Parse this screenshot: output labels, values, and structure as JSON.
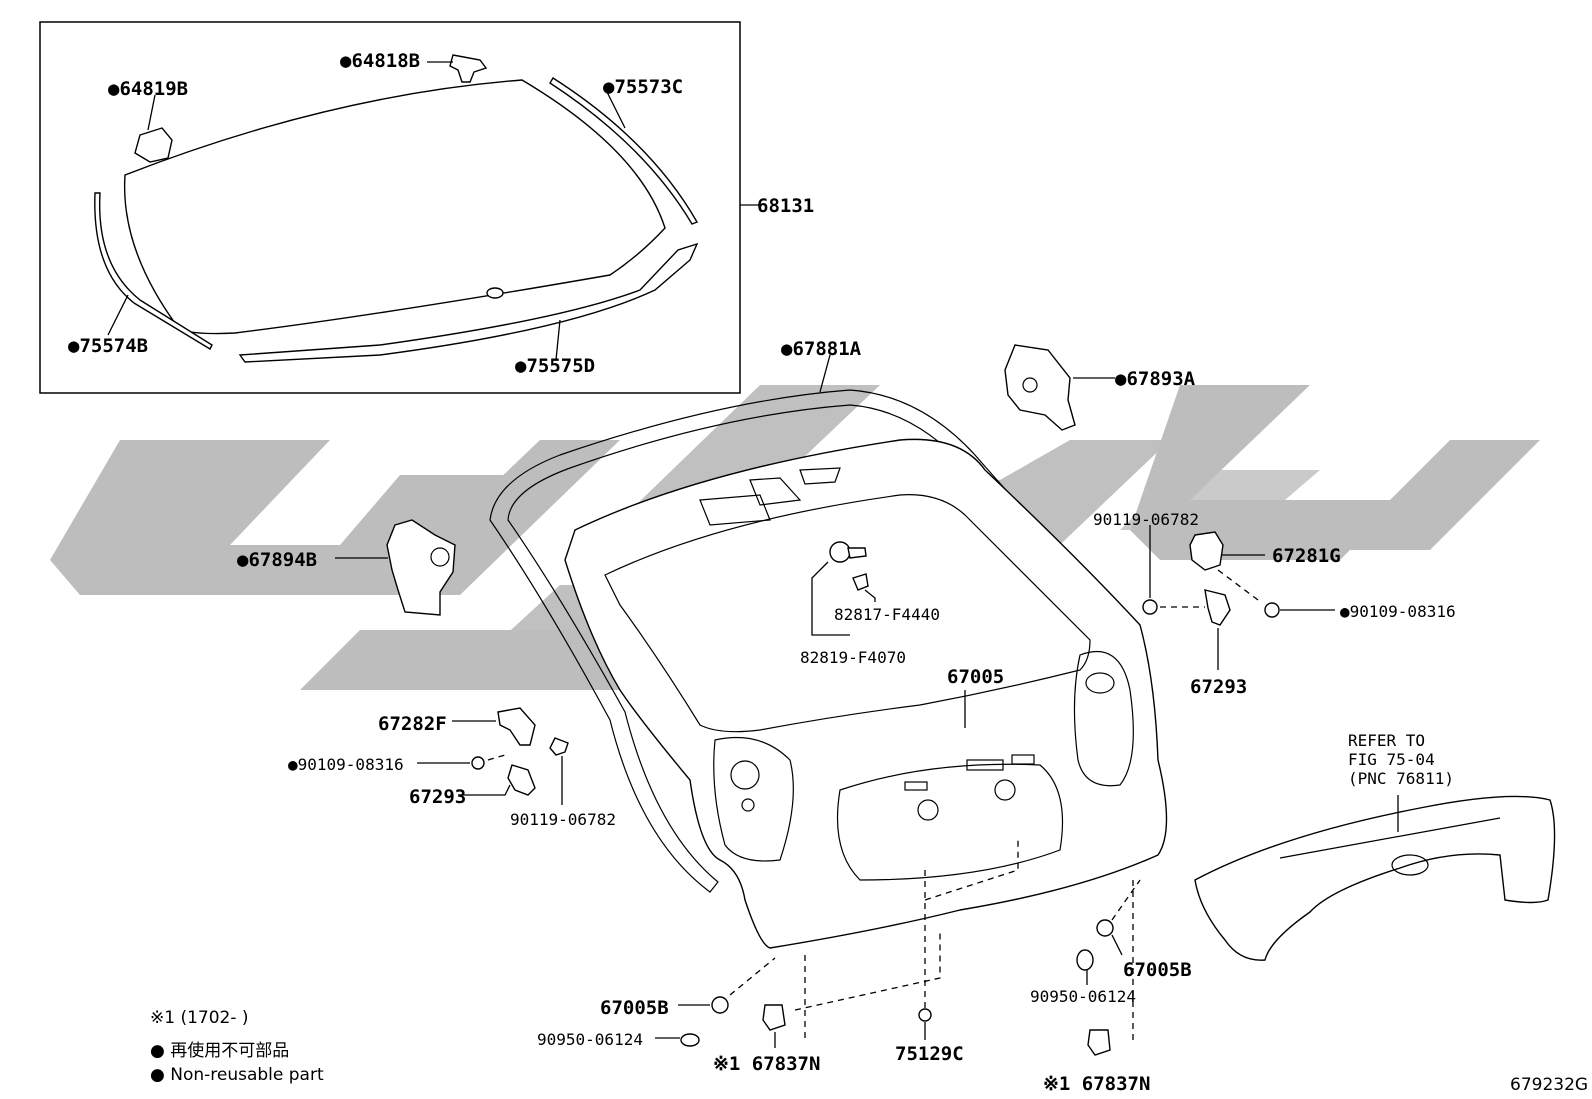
{
  "labels": {
    "p64818B": "●64818B",
    "p64819B": "●64819B",
    "p75573C": "●75573C",
    "p68131": "68131",
    "p75574B": "●75574B",
    "p75575D": "●75575D",
    "p67881A": "●67881A",
    "p67893A": "●67893A",
    "p67894B": "●67894B",
    "p90119_top": "90119-06782",
    "p67281G": "67281G",
    "p90109_right": "●90109-08316",
    "p67293_right": "67293",
    "p82817": "82817-F4440",
    "p82819": "82819-F4070",
    "p67005": "67005",
    "p67282F": "67282F",
    "p90109_left": "●90109-08316",
    "p67293_left": "67293",
    "p90119_left": "90119-06782",
    "refer_line1": "REFER TO",
    "refer_line2": "FIG 75-04",
    "refer_line3": "(PNC 76811)",
    "p67005B_right": "67005B",
    "p90950_right": "90950-06124",
    "p67005B_left": "67005B",
    "p90950_left": "90950-06124",
    "p67837N_left": "※1 67837N",
    "p75129C": "75129C",
    "p67837N_right": "※1 67837N"
  },
  "legend": {
    "note_range": "※1 (1702-       )",
    "jp_text": "● 再使用不可部品",
    "en_text": "● Non-reusable part"
  },
  "figure_code": "679232G"
}
